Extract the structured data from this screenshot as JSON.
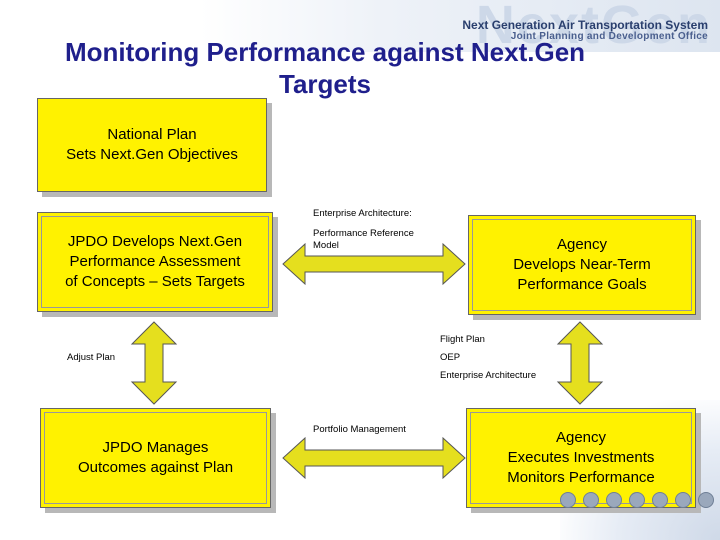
{
  "header": {
    "org_name": "Next Generation Air Transportation System",
    "org_sub": "Joint Planning and Development Office",
    "watermark": "NextGen"
  },
  "title": "Monitoring Performance against Next.Gen Targets",
  "boxes": {
    "national_plan": "National Plan\nSets Next.Gen Objectives",
    "jpdo_develops": "JPDO Develops Next.Gen\nPerformance Assessment\nof Concepts – Sets Targets",
    "agency_goals": "Agency\nDevelops Near-Term\nPerformance Goals",
    "jpdo_manages": "JPDO Manages\nOutcomes against Plan",
    "agency_executes": "Agency\nExecutes Investments\nMonitors Performance"
  },
  "labels": {
    "enterprise_architecture": "Enterprise Architecture:",
    "performance_reference_model": "Performance Reference\nModel",
    "flight_plan": "Flight Plan",
    "adjust_plan": "Adjust Plan",
    "oep": "OEP",
    "enterprise_architecture_2": "Enterprise Architecture",
    "portfolio_management": "Portfolio Management"
  },
  "colors": {
    "box_fill": "#fff200",
    "arrow_fill": "#e5df1e",
    "title": "#1f1f8c"
  }
}
